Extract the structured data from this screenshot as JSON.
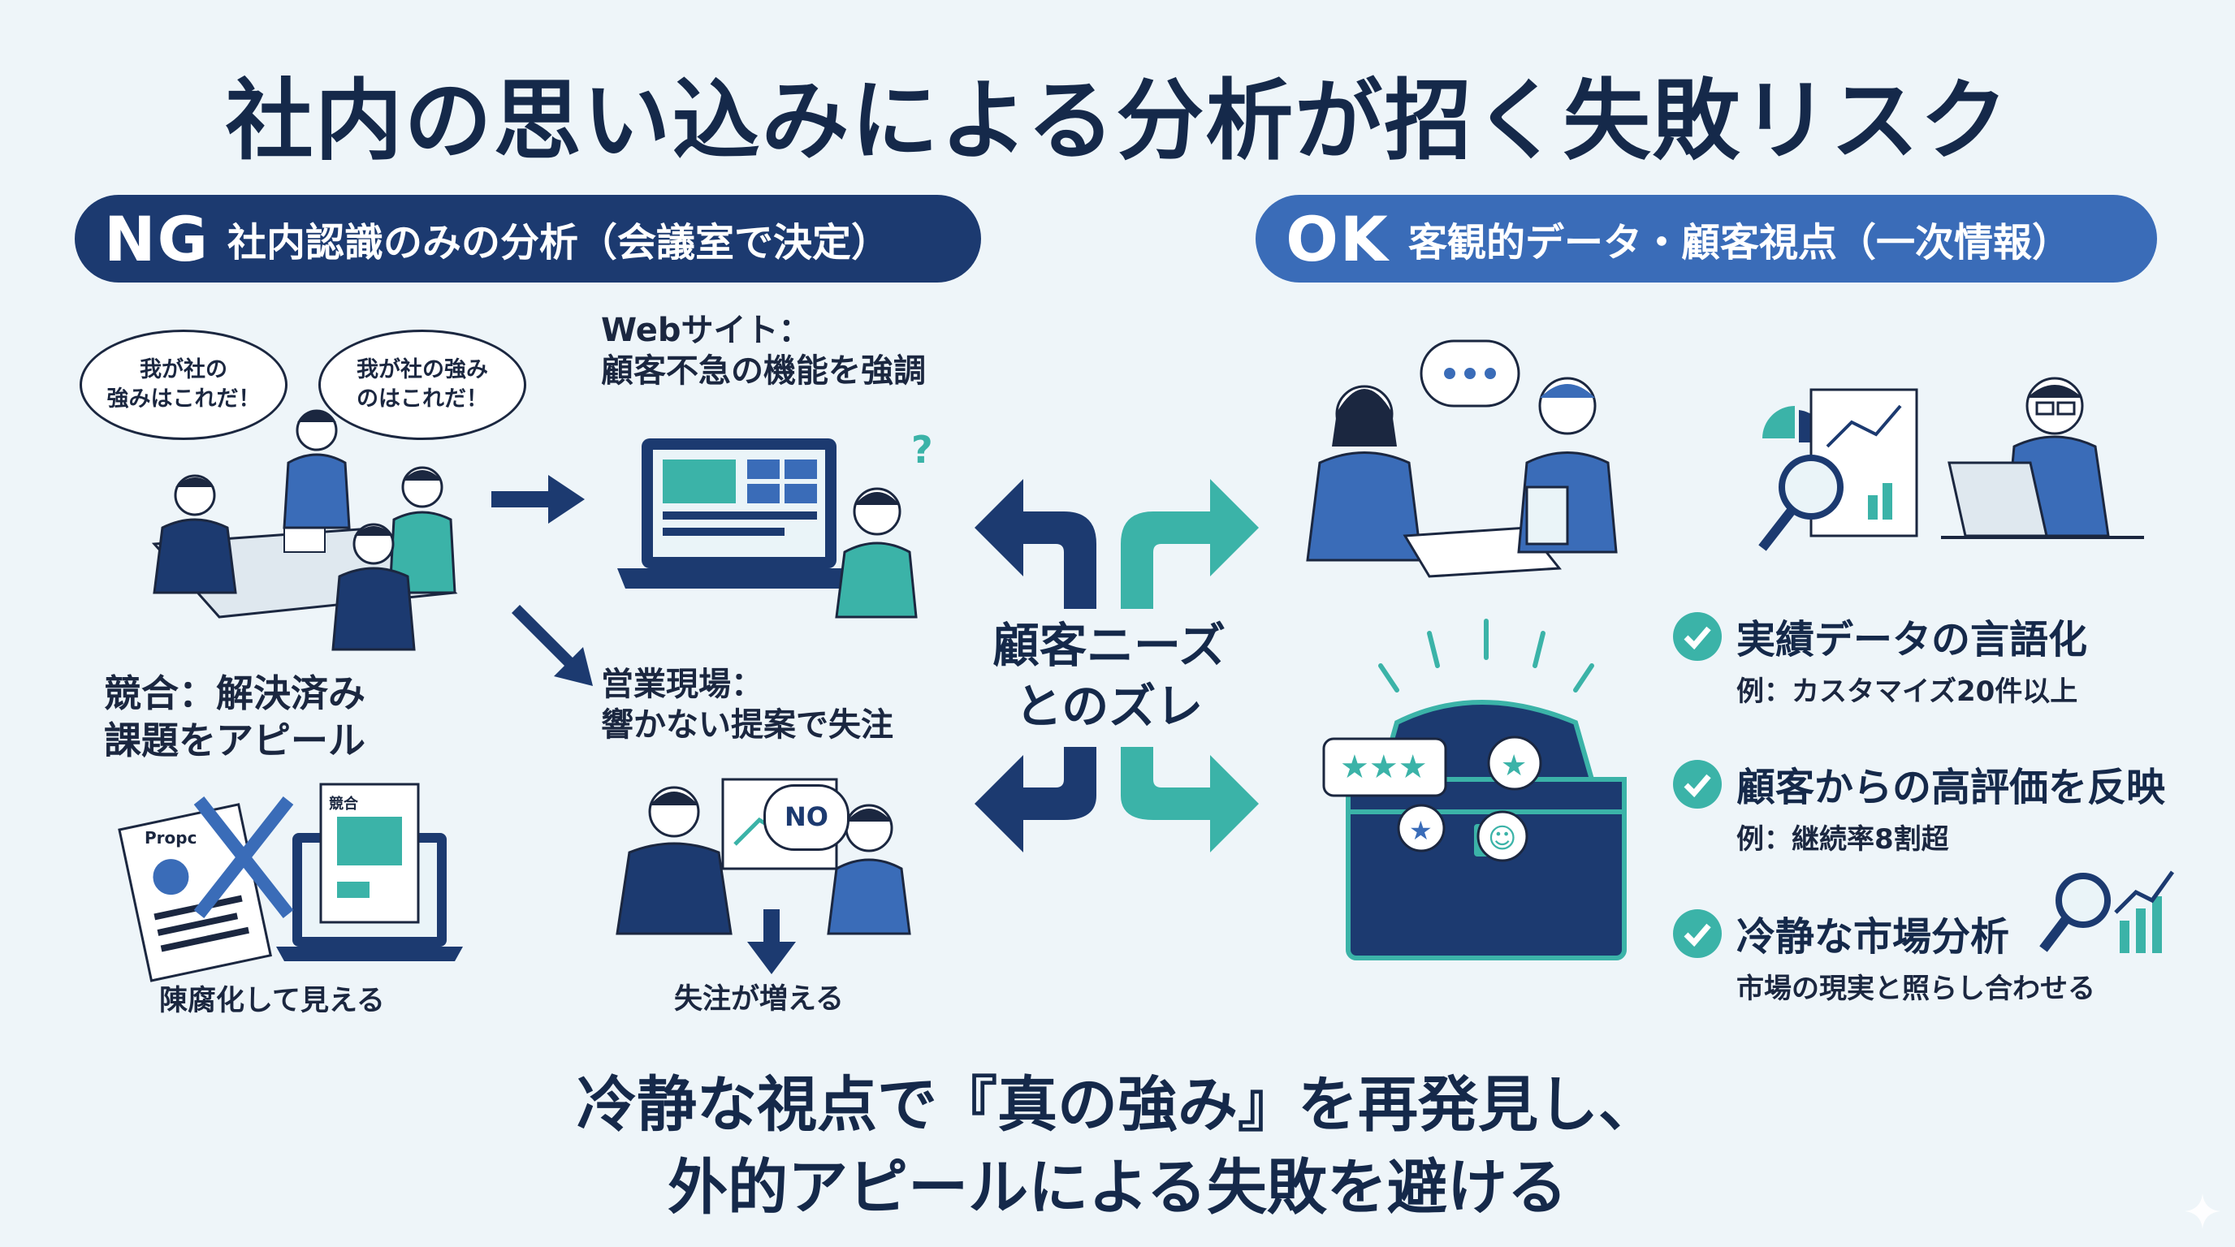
{
  "title": "社内の思い込みによる分析が招く失敗リスク",
  "ng": {
    "tag": "NG",
    "heading": "社内認識のみの分析（会議室で決定）",
    "bubble1": "我が社の\n強みはこれだ！",
    "bubble2": "我が社の強み\nのはこれだ！",
    "web_label": "Webサイト：\n顧客不急の機能を強調",
    "sales_label": "営業現場：\n響かない提案で失注",
    "competitor_label": "競合：解決済み\n課題をアピール",
    "proposal_doc_text": "Propc",
    "competitor_doc_text": "競合",
    "no_bubble": "NO",
    "outdated_caption": "陳腐化して見える",
    "lost_caption": "失注が増える"
  },
  "center": {
    "label": "顧客ニーズ\nとのズレ"
  },
  "ok": {
    "tag": "OK",
    "heading": "客観的データ・顧客視点（一次情報）",
    "checks": [
      {
        "title": "実績データの言語化",
        "sub": "例：カスタマイズ20件以上"
      },
      {
        "title": "顧客からの高評価を反映",
        "sub": "例：継続率8割超"
      },
      {
        "title": "冷静な市場分析",
        "sub": "市場の現実と照らし合わせる"
      }
    ]
  },
  "footer": "冷静な視点で『真の強み』を再発見し、\n外的アピールによる失敗を避ける",
  "colors": {
    "navy": "#1c3a70",
    "blue": "#3a6cb8",
    "teal": "#3bb3a8",
    "background": "#eef5f9"
  }
}
